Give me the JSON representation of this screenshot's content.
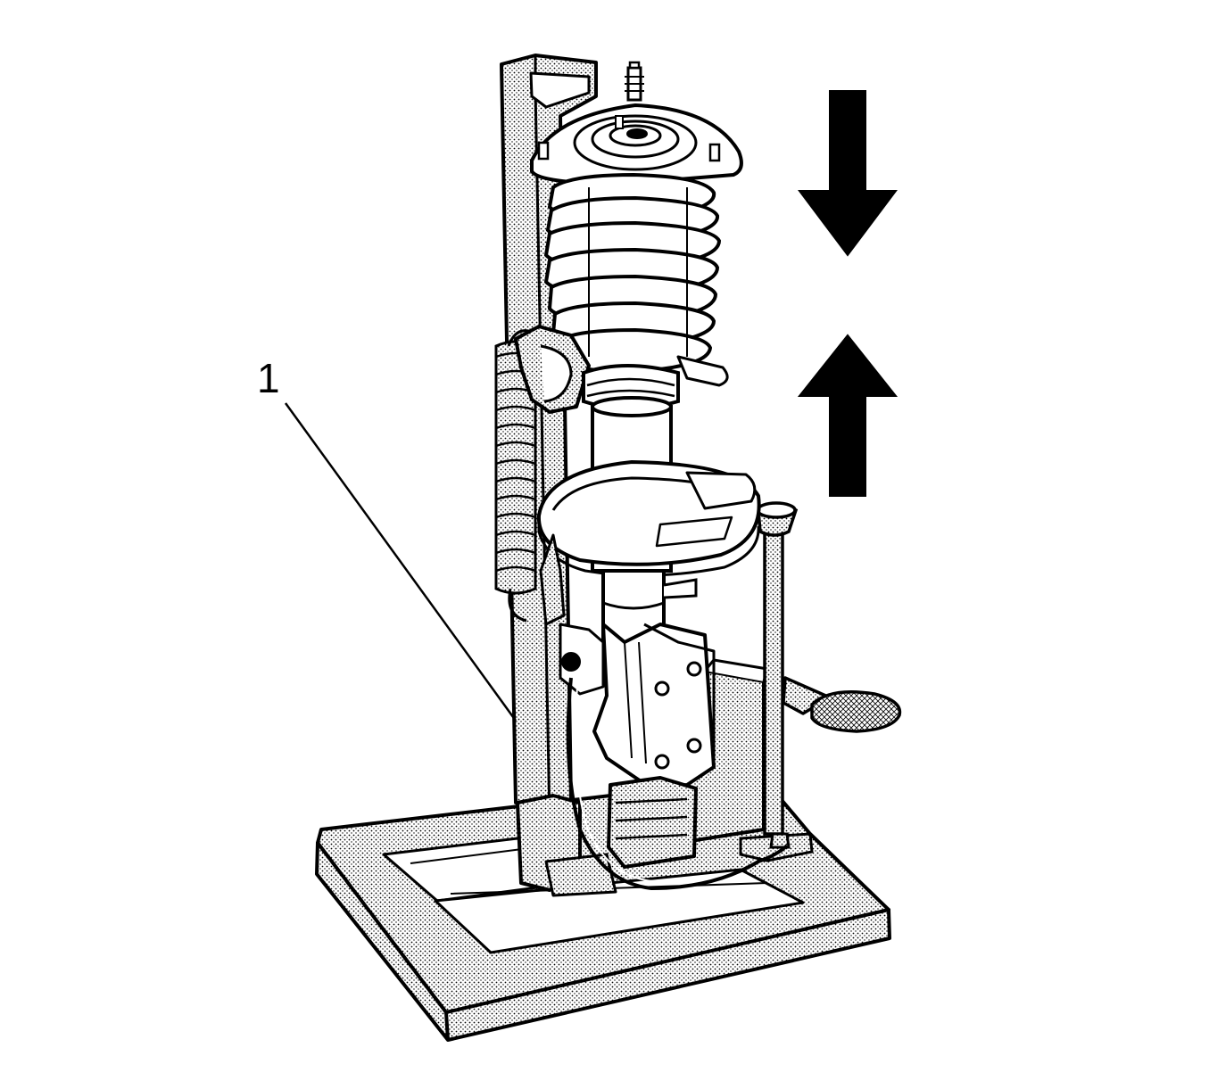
{
  "figure": {
    "callouts": [
      {
        "label": "1"
      }
    ],
    "arrows": [
      {
        "name": "compress-arrow",
        "direction": "down"
      },
      {
        "name": "release-arrow",
        "direction": "up"
      }
    ],
    "colors": {
      "line": "#000000",
      "fill": "#ffffff",
      "stipple": "#000000"
    }
  }
}
